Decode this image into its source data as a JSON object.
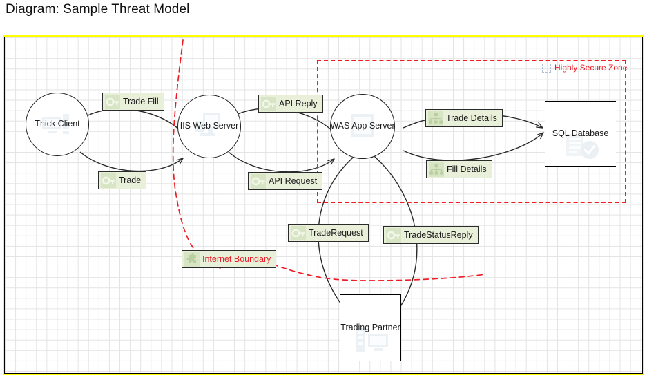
{
  "page": {
    "title": "Diagram: Sample Threat Model"
  },
  "canvas": {
    "border_color": "#ffff00",
    "grid_color": "#e3e3e3",
    "background": "#ffffff"
  },
  "colors": {
    "boundary_red": "#ee1c25",
    "flow_label_fill": "#e8f0da",
    "flow_label_border": "#2b2b2b",
    "node_stroke": "#1c1c1c",
    "edge_stroke": "#2a2a2a"
  },
  "nodes": [
    {
      "id": "thick-client",
      "label": "Thick Client",
      "shape": "process",
      "icon": "monitor-icon"
    },
    {
      "id": "iis-web-server",
      "label": "IIS Web Server",
      "shape": "process",
      "icon": "server-icon"
    },
    {
      "id": "was-app-server",
      "label": "WAS App Server",
      "shape": "process",
      "icon": "appserver-icon"
    },
    {
      "id": "sql-database",
      "label": "SQL Database",
      "shape": "datastore",
      "icon": "database-check-icon"
    },
    {
      "id": "trading-partner",
      "label": "Trading Partner",
      "shape": "external",
      "icon": "server-rack-icon"
    }
  ],
  "flows": [
    {
      "id": "trade-fill",
      "label": "Trade Fill",
      "icon": "key-icon",
      "from": "iis-web-server",
      "to": "thick-client"
    },
    {
      "id": "trade",
      "label": "Trade",
      "icon": "key-icon",
      "from": "thick-client",
      "to": "iis-web-server"
    },
    {
      "id": "api-reply",
      "label": "API Reply",
      "icon": "key-icon",
      "from": "was-app-server",
      "to": "iis-web-server"
    },
    {
      "id": "api-request",
      "label": "API Request",
      "icon": "key-icon",
      "from": "iis-web-server",
      "to": "was-app-server"
    },
    {
      "id": "trade-details",
      "label": "Trade Details",
      "icon": "tree-icon",
      "from": "was-app-server",
      "to": "sql-database"
    },
    {
      "id": "fill-details",
      "label": "Fill Details",
      "icon": "tree-icon",
      "from": "sql-database",
      "to": "was-app-server"
    },
    {
      "id": "trade-request",
      "label": "TradeRequest",
      "icon": "key-icon",
      "from": "was-app-server",
      "to": "trading-partner"
    },
    {
      "id": "trade-status-reply",
      "label": "TradeStatusReply",
      "icon": "key-icon",
      "from": "trading-partner",
      "to": "was-app-server"
    }
  ],
  "boundaries": [
    {
      "id": "internet-boundary",
      "label": "Internet Boundary",
      "style": "dashed-curve",
      "icon": "puzzle-icon",
      "color": "#ee1c25"
    },
    {
      "id": "highly-secure-zone",
      "label": "Highly Secure Zone",
      "style": "dashed-rect",
      "icon": "dashed-square-icon",
      "color": "#ee1c25"
    }
  ]
}
